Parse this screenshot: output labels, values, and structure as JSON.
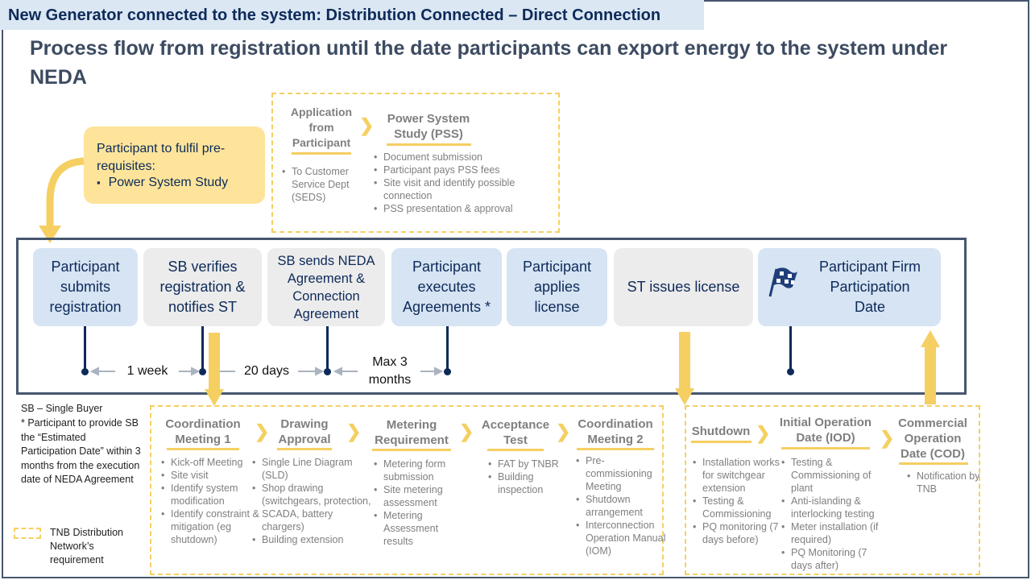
{
  "header": {
    "title": "New Generator connected to the system: Distribution Connected – Direct Connection",
    "subtitle": "Process flow from registration until the date participants can export energy to the system under NEDA"
  },
  "prerequisites": {
    "title": "Participant to fulfil pre-requisites:",
    "bullet": "▪",
    "item": "Power System Study"
  },
  "application": {
    "app_title": "Application from Participant",
    "app_items": [
      "To Customer Service Dept (SEDS)"
    ],
    "pss_title": "Power System Study (PSS)",
    "pss_items": [
      "Document submission",
      "Participant pays PSS fees",
      "Site visit and identify possible connection",
      "PSS presentation  & approval"
    ]
  },
  "steps": [
    {
      "label": "Participant submits registration"
    },
    {
      "label": "SB verifies registration & notifies ST"
    },
    {
      "label": "SB sends NEDA Agreement & Connection Agreement"
    },
    {
      "label": "Participant executes Agreements *"
    },
    {
      "label": "Participant applies license"
    },
    {
      "label": "ST issues license"
    },
    {
      "label": "Participant Firm Participation Date"
    }
  ],
  "durations": {
    "d1": "1 week",
    "d2": "20 days",
    "d3": "Max 3 months"
  },
  "distribution_flow": [
    {
      "title": "Coordination Meeting 1",
      "items": [
        "Kick-off Meeting",
        "Site visit",
        "Identify system modification",
        "Identify constraint & mitigation (eg shutdown)"
      ]
    },
    {
      "title": "Drawing Approval",
      "items": [
        "Single Line Diagram (SLD)",
        "Shop drawing (switchgears, protection, SCADA, battery chargers)",
        "Building extension"
      ]
    },
    {
      "title": "Metering Requirement",
      "items": [
        "Metering form submission",
        "Site metering assessment",
        "Metering Assessment results"
      ]
    },
    {
      "title": "Acceptance Test",
      "items": [
        "FAT by TNBR",
        "Building inspection"
      ]
    },
    {
      "title": "Coordination Meeting 2",
      "items": [
        "Pre-commissioning Meeting",
        "Shutdown arrangement",
        "Interconnection Operation Manual (IOM)"
      ]
    }
  ],
  "operation_flow": [
    {
      "title": "Shutdown",
      "items": [
        "Installation works for switchgear extension",
        "Testing & Commissioning",
        "PQ monitoring (7 days before)"
      ]
    },
    {
      "title": "Initial Operation Date (IOD)",
      "items": [
        "Testing & Commissioning of plant",
        "Anti-islanding & interlocking testing",
        "Meter installation (if required)",
        "PQ Monitoring (7 days after)"
      ]
    },
    {
      "title": "Commercial Operation Date (COD)",
      "items": [
        "Notification by TNB"
      ]
    }
  ],
  "notes": {
    "sb": "SB – Single Buyer",
    "asterisk": "* Participant to provide SB the “Estimated Participation Date” within 3 months from the execution date of NEDA Agreement",
    "legend": "TNB Distribution Network’s requirement"
  },
  "colors": {
    "accent_yellow": "#f5cf62",
    "step_blue": "#d6e4f3",
    "step_grey": "#ececec",
    "navy": "#0d2a59"
  },
  "icons": {
    "firm_date": "checkered-flag-icon",
    "chevron": "chevron-right-icon",
    "arrow": "block-arrow-icon"
  }
}
